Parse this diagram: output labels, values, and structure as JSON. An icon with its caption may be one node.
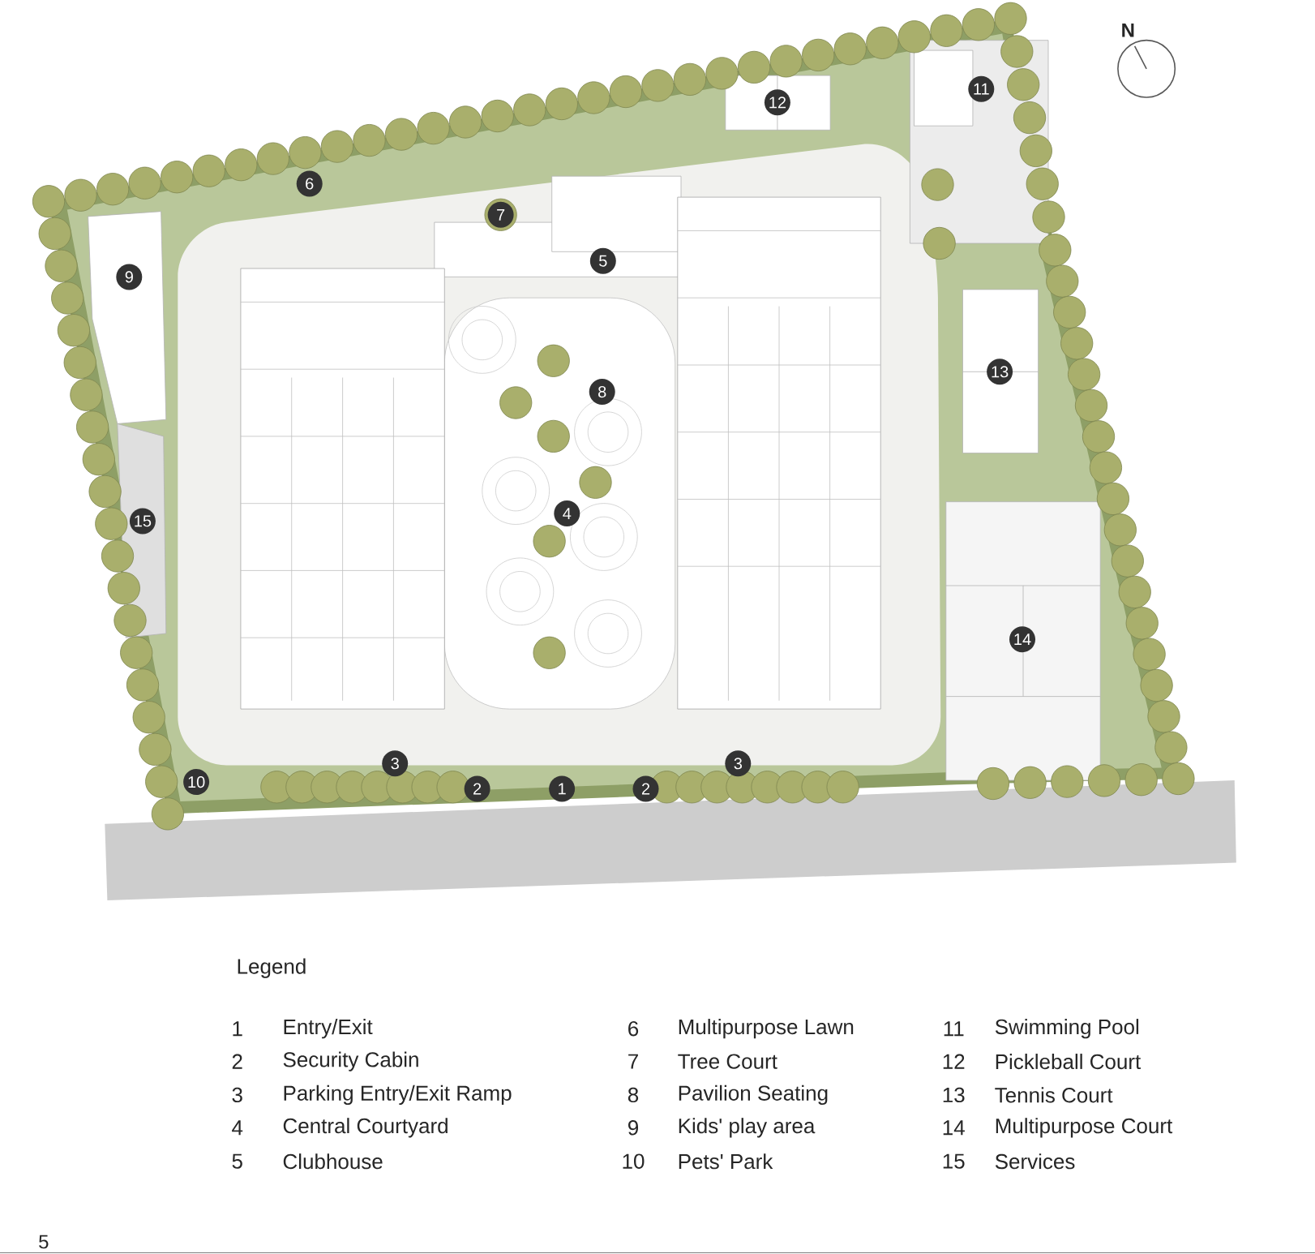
{
  "diagram": {
    "labels": [
      "N",
      "11",
      "12",
      "6",
      "7",
      "5",
      "9",
      "13",
      "8",
      "4",
      "15",
      "14",
      "3",
      "3",
      "10",
      "2",
      "1",
      "2",
      "Legend",
      "1",
      "Entry/Exit",
      "6",
      "Multipurpose Lawn",
      "11",
      "Swimming Pool",
      "2",
      "Security Cabin",
      "7",
      "Tree Court",
      "12",
      "Pickleball Court",
      "3",
      "Parking Entry/Exit Ramp",
      "8",
      "Pavilion Seating",
      "13",
      "Tennis Court",
      "4",
      "Central Courtyard",
      "9",
      "Kids' play area",
      "14",
      "Multipurpose Court",
      "5",
      "Clubhouse",
      "10",
      "Pets' Park",
      "15",
      "Services",
      "5"
    ]
  }
}
